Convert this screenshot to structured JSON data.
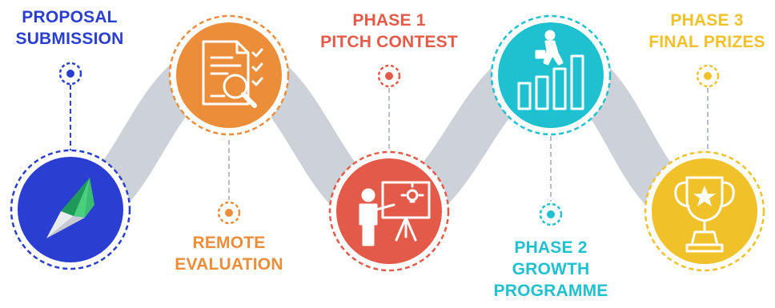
{
  "colors": {
    "path": "#cdd1d8",
    "proposal": "#2a3fd1",
    "evaluation": "#ec8d3a",
    "pitch": "#e35b48",
    "growth": "#1fc1d0",
    "prizes": "#f1c12a"
  },
  "stages": [
    {
      "id": "proposal",
      "lines": [
        "PROPOSAL",
        "SUBMISSION"
      ],
      "icon": "logo-arrow-icon",
      "color": "#2a3fd1"
    },
    {
      "id": "evaluation",
      "lines": [
        "REMOTE",
        "EVALUATION"
      ],
      "icon": "document-search-icon",
      "color": "#ec8d3a"
    },
    {
      "id": "pitch",
      "lines": [
        "PHASE 1",
        "PITCH CONTEST"
      ],
      "icon": "presentation-icon",
      "color": "#e35b48"
    },
    {
      "id": "growth",
      "lines": [
        "PHASE 2",
        "GROWTH",
        "PROGRAMME"
      ],
      "icon": "growth-chart-icon",
      "color": "#1fc1d0"
    },
    {
      "id": "prizes",
      "lines": [
        "PHASE 3",
        "FINAL PRIZES"
      ],
      "icon": "trophy-icon",
      "color": "#f1c12a"
    }
  ]
}
